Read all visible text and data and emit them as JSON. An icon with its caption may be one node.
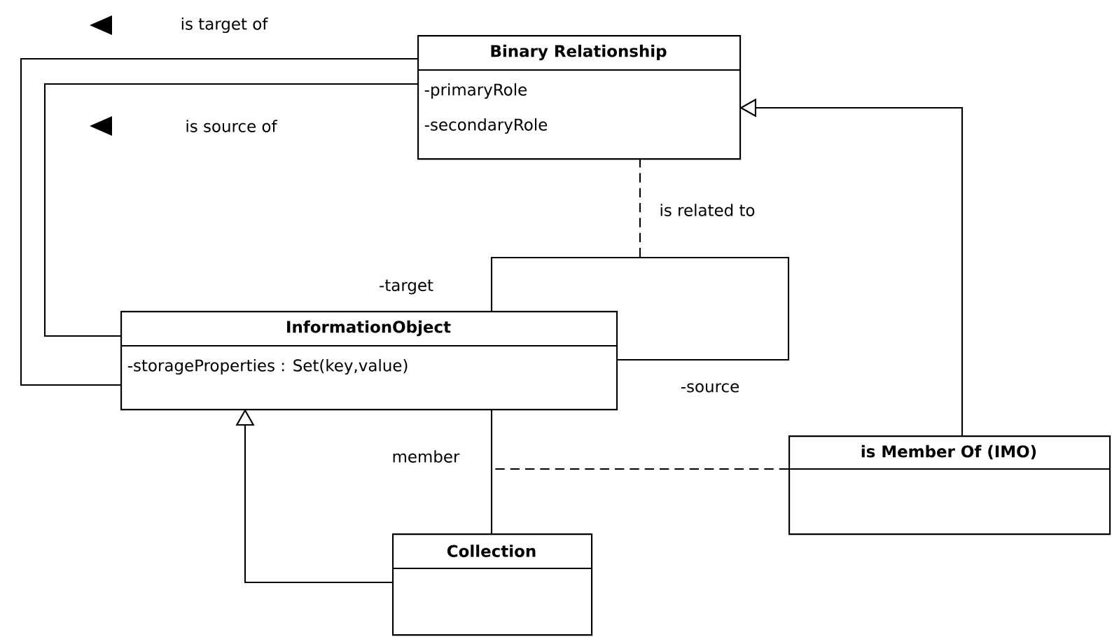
{
  "diagram": {
    "nodes": [
      {
        "text": [
          "Binary Relationship",
          "-primaryRole",
          "-secondaryRole"
        ]
      },
      {
        "text": [
          "InformationObject",
          "-storageProperties : Set(key,value)"
        ]
      },
      {
        "text": [
          "is Member Of (IMO)"
        ]
      },
      {
        "text": [
          "Collection"
        ]
      }
    ],
    "edges": [
      {
        "from": 0,
        "to": 1,
        "arrow": "none",
        "label": "is target of"
      },
      {
        "from": 0,
        "to": 1,
        "arrow": "none",
        "label": "is source of"
      },
      {
        "from": 1,
        "to": 1,
        "arrow": "none"
      },
      {
        "from": 0,
        "to": null,
        "arrow": "none",
        "style": "dashed",
        "label": "is related to"
      },
      {
        "from": 2,
        "to": 0,
        "arrow": "to"
      },
      {
        "from": 3,
        "to": 1,
        "arrow": "to"
      },
      {
        "from": 1,
        "to": 3,
        "arrow": "none",
        "label": "member"
      },
      {
        "from": 2,
        "to": null,
        "arrow": "none",
        "style": "dashed"
      }
    ],
    "labels": [
      "-target",
      "-source"
    ]
  }
}
